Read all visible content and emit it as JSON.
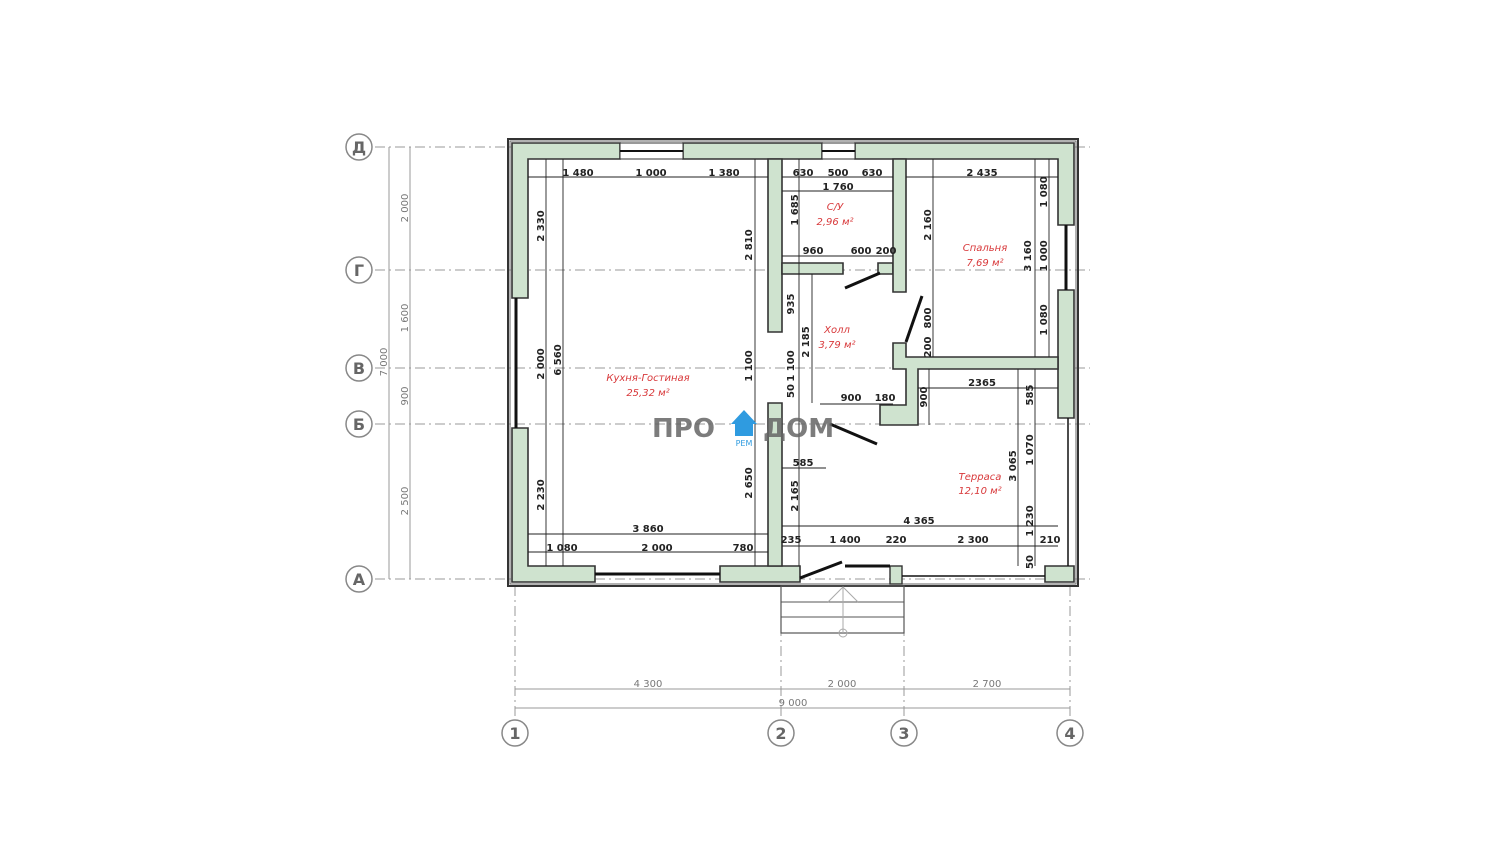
{
  "rooms": [
    {
      "name": "Кухня-Гостиная",
      "area": "25,32 м²"
    },
    {
      "name": "С/У",
      "area": "2,96 м²"
    },
    {
      "name": "Спальня",
      "area": "7,69 м²"
    },
    {
      "name": "Холл",
      "area": "3,79 м²"
    },
    {
      "name": "Терраса",
      "area": "12,10 м²"
    }
  ],
  "axes": {
    "rows": [
      "Д",
      "Г",
      "В",
      "Б",
      "А"
    ],
    "columns": [
      "1",
      "2",
      "3",
      "4"
    ],
    "row_dims": [
      "2 000",
      "1 600",
      "900",
      "2 500",
      "7 000"
    ],
    "column_dims": [
      "4 300",
      "2 000",
      "2 700",
      "9 000"
    ]
  },
  "dims": [
    "1 480",
    "1 000",
    "1 380",
    "630",
    "500",
    "630",
    "2 435",
    "1 760",
    "2 330",
    "2 810",
    "1 685",
    "2 160",
    "1 080",
    "3 160",
    "1 000",
    "1 080",
    "935",
    "2 185",
    "1 100",
    "1 100",
    "2 000",
    "6 560",
    "800",
    "200",
    "900",
    "585",
    "3 065",
    "1 070",
    "2 650",
    "2 165",
    "2 230",
    "1 230",
    "50",
    "50",
    "960",
    "600",
    "200",
    "2365",
    "900",
    "180",
    "585",
    "4 365",
    "3 860",
    "1 080",
    "2 000",
    "780",
    "235",
    "1 400",
    "220",
    "2 300",
    "210"
  ],
  "watermark": {
    "left": "ПРО",
    "right": "ДОМ",
    "sub": "РЕМ"
  },
  "colors": {
    "wall": "#cfe3cf",
    "room_label": "#d8383a",
    "watermark_icon": "#2f9be0"
  }
}
